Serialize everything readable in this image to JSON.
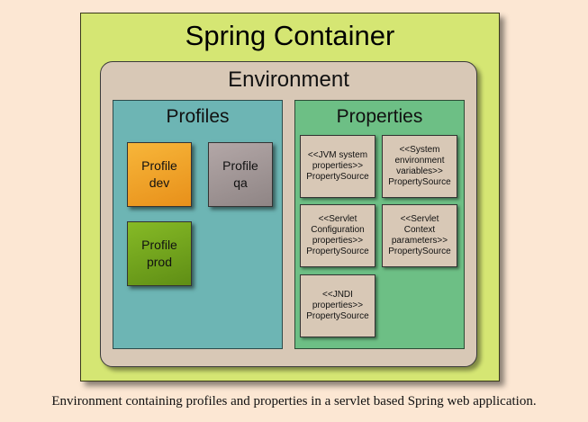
{
  "diagram": {
    "container_title": "Spring Container",
    "environment_title": "Environment",
    "profiles": {
      "title": "Profiles",
      "items": [
        {
          "label": "Profile\ndev",
          "color": "#f0a02a"
        },
        {
          "label": "Profile\nqa",
          "color": "#a3999a"
        },
        {
          "label": "Profile\nprod",
          "color": "#72a41d"
        }
      ]
    },
    "properties": {
      "title": "Properties",
      "sources": [
        "<<JVM system\nproperties>>\nPropertySource",
        "<<System\nenvironment\nvariables>>\nPropertySource",
        "<<Servlet\nConfiguration\nproperties>>\nPropertySource",
        "<<Servlet\nContext\nparameters>>\nPropertySource",
        "<<JNDI\nproperties>>\nPropertySource"
      ]
    },
    "caption": "Environment containing profiles and properties in a servlet based Spring web application."
  },
  "colors": {
    "page_background": "#fce7d3",
    "container": "#d5e673",
    "environment": "#d8c8b6",
    "profiles_panel": "#6db5b4",
    "properties_panel": "#6dbf85"
  }
}
